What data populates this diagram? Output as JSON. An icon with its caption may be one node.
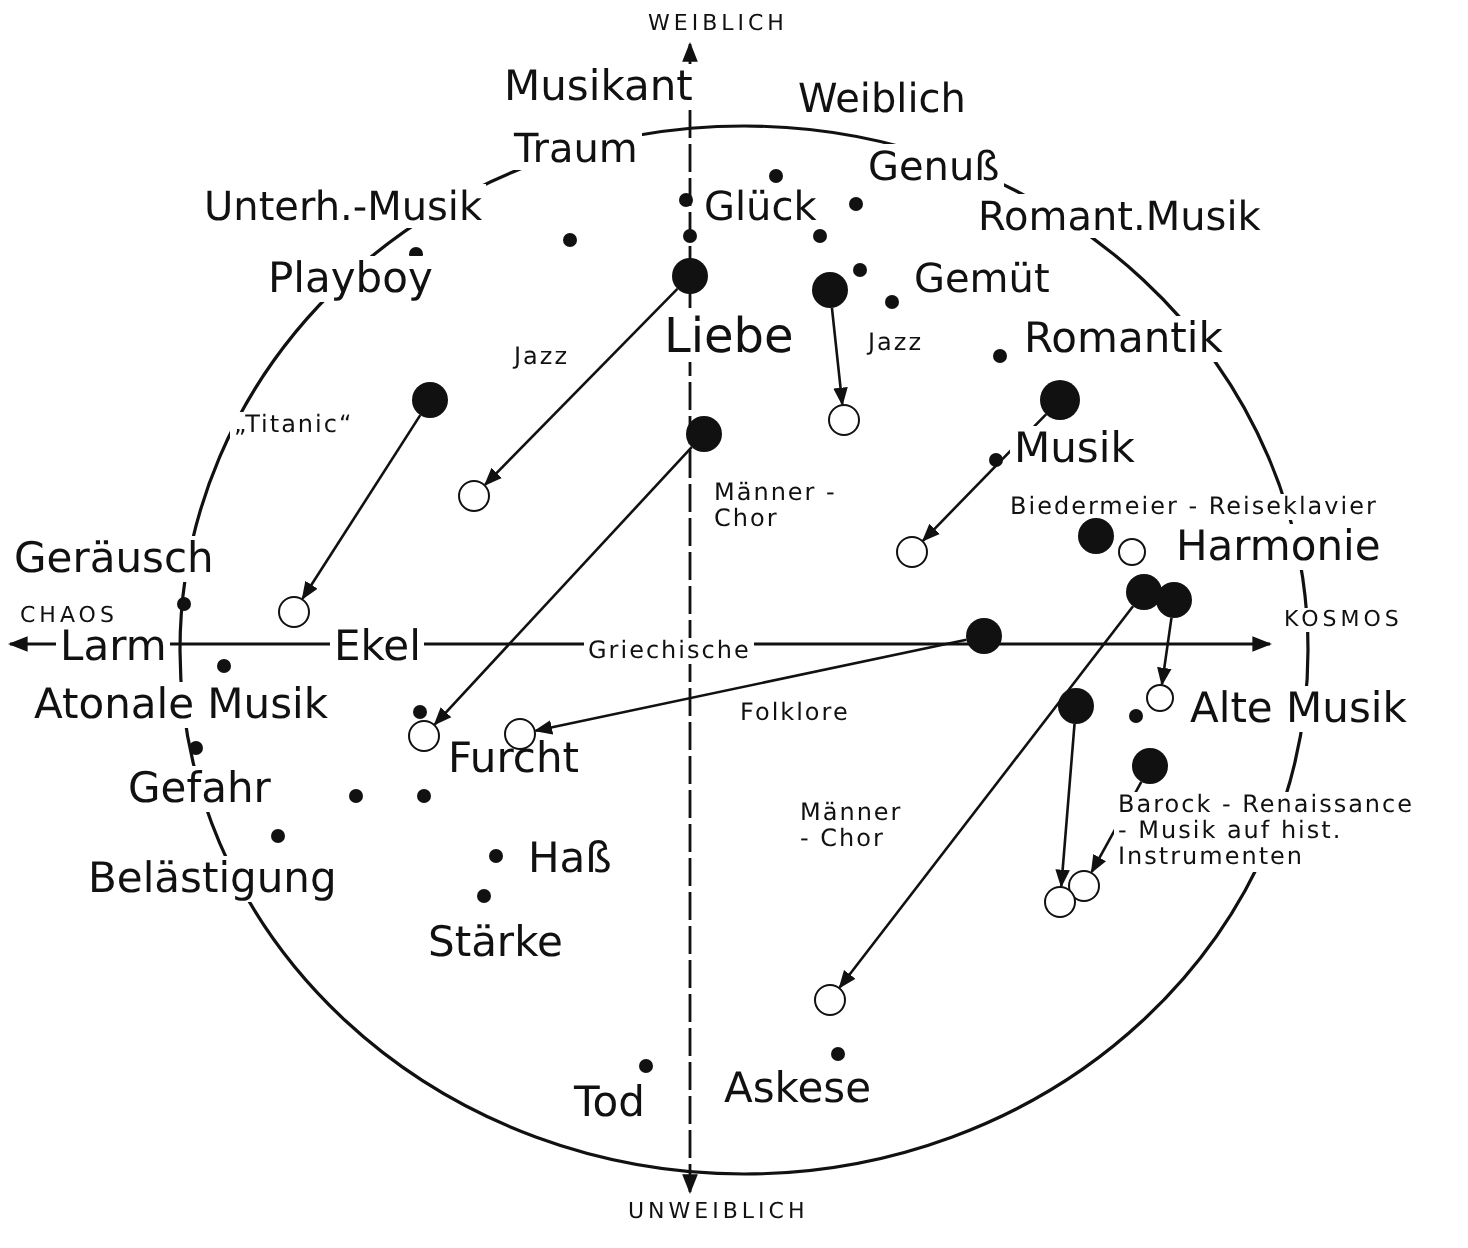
{
  "diagram": {
    "nodes": [
      {
        "text": [],
        "shape": "circle"
      },
      {
        "text": [],
        "shape": "circle"
      },
      {
        "text": [],
        "shape": "circle"
      },
      {
        "text": [],
        "shape": "circle"
      },
      {
        "text": [],
        "shape": "circle"
      },
      {
        "text": [],
        "shape": "circle"
      },
      {
        "text": [],
        "shape": "circle"
      },
      {
        "text": [],
        "shape": "circle"
      },
      {
        "text": [],
        "shape": "circle"
      },
      {
        "text": [],
        "shape": "circle"
      },
      {
        "text": [],
        "shape": "circle"
      },
      {
        "text": [],
        "shape": "circle"
      },
      {
        "text": [],
        "shape": "circle"
      },
      {
        "text": [],
        "shape": "circle"
      },
      {
        "text": [],
        "shape": "circle"
      },
      {
        "text": [],
        "shape": "circle"
      },
      {
        "text": [],
        "shape": "circle"
      },
      {
        "text": [],
        "shape": "circle"
      },
      {
        "text": [],
        "shape": "circle"
      },
      {
        "text": [],
        "shape": "circle"
      },
      {
        "text": [],
        "shape": "circle"
      },
      {
        "text": [],
        "shape": "circle"
      }
    ],
    "edges": [
      {
        "from": 0,
        "to": 6,
        "arrow": "to"
      },
      {
        "from": 1,
        "to": 5,
        "arrow": "to"
      },
      {
        "from": 2,
        "to": 12,
        "arrow": "to"
      },
      {
        "from": 3,
        "to": 17,
        "arrow": "to"
      },
      {
        "from": 4,
        "to": 9,
        "arrow": "to"
      },
      {
        "from": 13,
        "to": 16,
        "arrow": "to"
      },
      {
        "from": 10,
        "to": 21,
        "arrow": "to"
      },
      {
        "from": 15,
        "to": 20,
        "arrow": "to"
      },
      {
        "from": 18,
        "to": 19,
        "arrow": "to"
      },
      {
        "from": 11,
        "to": 14,
        "arrow": "to"
      }
    ],
    "labels": [
      "WEIBLICH",
      "Musikant",
      "Weiblich",
      "Traum",
      "Genuß",
      "Glück",
      "Unterh.-Musik",
      "Romant.Musik",
      "Playboy",
      "Gemüt",
      "Jazz",
      "Liebe",
      "Jazz",
      "Romantik",
      "„Titanic“",
      "Musik",
      "Männer - Chor",
      "Biedermeier - Reiseklavier",
      "Harmonie",
      "Geräusch",
      "CHAOS",
      "KOSMOS",
      "Larm",
      "Ekel",
      "Griechische",
      "Atonale Musik",
      "Folklore",
      "Alte Musik",
      "Furcht",
      "Männer - Chor",
      "Gefahr",
      "Barock - Renaissance - Musik auf hist. Instrumenten",
      "Haß",
      "Belästigung",
      "Stärke",
      "Tod",
      "Askese",
      "UNWEIBLICH"
    ]
  }
}
